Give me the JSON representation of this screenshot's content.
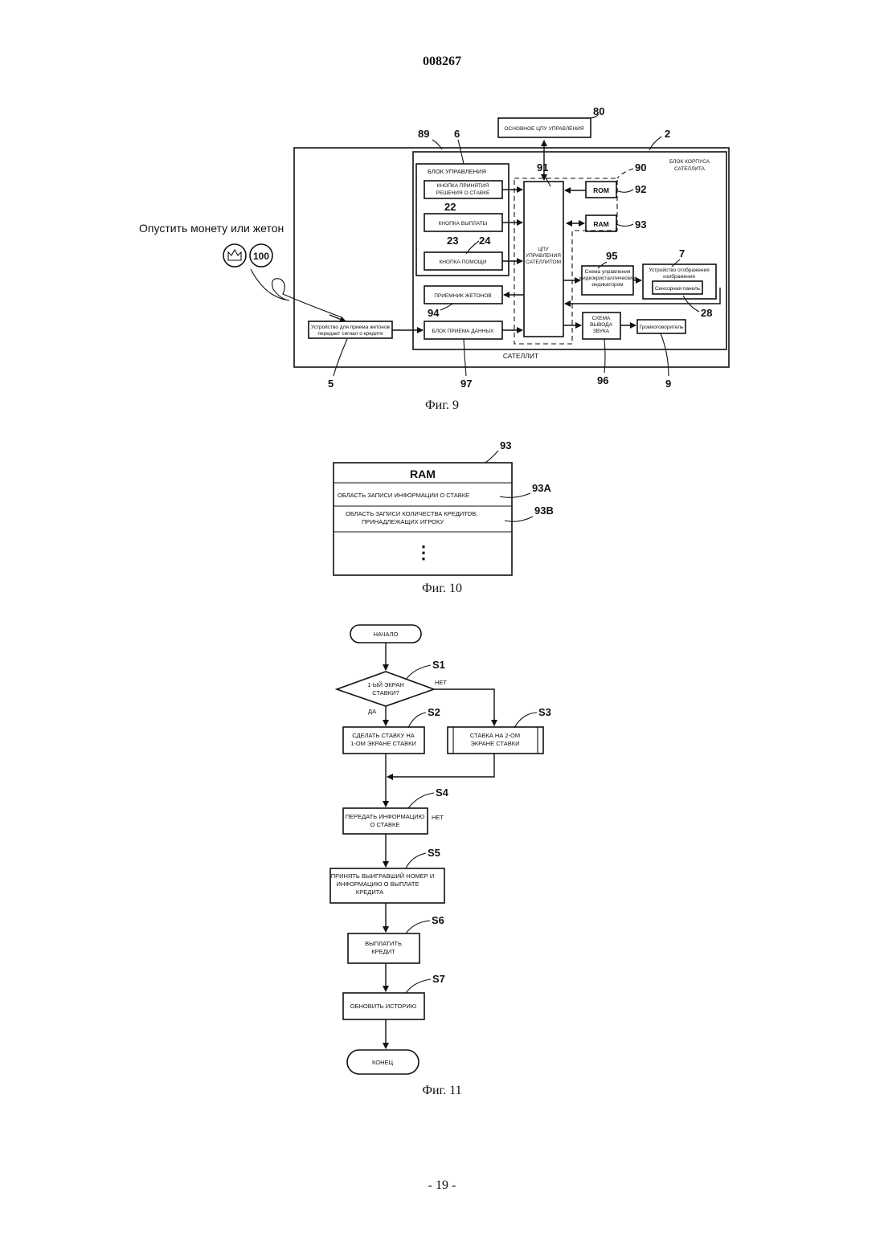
{
  "document_number": "008267",
  "page_number": "- 19 -",
  "fig9": {
    "caption": "Фиг. 9",
    "insert_coin_text": "Опустить монету или жетон",
    "coin_label": "100",
    "main_cpu": "ОСНОВНОЕ ЦПУ УПРАВЛЕНИЯ",
    "satellite_body": [
      "БЛОК КОРПУСА",
      "САТЕЛЛИТА"
    ],
    "control_unit": "БЛОК УПРАВЛЕНИЯ",
    "bet_button": [
      "КНОПКА ПРИНЯТИЯ",
      "РЕШЕНИЯ О СТАВКЕ"
    ],
    "payout_button": "КНОПКА ВЫПЛАТЫ",
    "help_button": "КНОПКА ПОМОЩИ",
    "token_receiver": "ПРИЕМНИК ЖЕТОНОВ",
    "data_receiver": "БЛОК ПРИЕМА ДАННЫХ",
    "coin_device": [
      "Устройство для приема жетонов",
      "передает сигнал о кредите"
    ],
    "cpu": [
      "ЦПУ",
      "УПРАВЛЕНИЯ",
      "САТЕЛЛИТОМ"
    ],
    "rom": "ROM",
    "ram": "RAM",
    "lcd_circuit": [
      "Схема управления",
      "жидкокристаллическим",
      "индикатором"
    ],
    "display_device": [
      "Устройство отображения",
      "изображения"
    ],
    "touch_panel": "Сенсорная панель",
    "sound_circuit": [
      "СХЕМА",
      "ВЫВОДА",
      "ЗВУКА"
    ],
    "speaker": "Громкоговоритель",
    "satellite": "САТЕЛЛИТ",
    "refs": {
      "r80": "80",
      "r89": "89",
      "r6": "6",
      "r2": "2",
      "r91": "91",
      "r90": "90",
      "r92": "92",
      "r93": "93",
      "r22": "22",
      "r23": "23",
      "r24": "24",
      "r95": "95",
      "r7": "7",
      "r94": "94",
      "r28": "28",
      "r5": "5",
      "r97": "97",
      "r96": "96",
      "r9": "9"
    }
  },
  "fig10": {
    "caption": "Фиг. 10",
    "title": "RAM",
    "ref": "93",
    "row_a": "ОБЛАСТЬ ЗАПИСИ ИНФОРМАЦИИ О СТАВКЕ",
    "row_b": [
      "ОБЛАСТЬ ЗАПИСИ КОЛИЧЕСТВА КРЕДИТОВ,",
      "ПРИНАДЛЕЖАЩИХ ИГРОКУ"
    ],
    "ref_a": "93A",
    "ref_b": "93B",
    "ellipsis": "⋮"
  },
  "fig11": {
    "caption": "Фиг. 11",
    "start": "НАЧАЛО",
    "decision": [
      "1-ЫЙ ЭКРАН",
      "СТАВКИ?"
    ],
    "yes": "ДА",
    "no": "НЕТ",
    "s2": [
      "СДЕЛАТЬ СТАВКУ НА",
      "1-ОМ ЭКРАНЕ СТАВКИ"
    ],
    "s3": [
      "СТАВКА НА 2-ОМ",
      "ЭКРАНЕ СТАВКИ"
    ],
    "s4": [
      "ПЕРЕДАТЬ ИНФОРМАЦИЮ",
      "О СТАВКЕ"
    ],
    "s4_side": "НЕТ",
    "s5": [
      "ПРИНЯТЬ ВЫИГРАВШИЙ НОМЕР И",
      "ИНФОРМАЦИЮ О ВЫПЛАТЕ",
      "КРЕДИТА"
    ],
    "s6": [
      "ВЫПЛАТИТЬ",
      "КРЕДИТ"
    ],
    "s7": "ОБНОВИТЬ ИСТОРИЮ",
    "end": "КОНЕЦ",
    "step_labels": [
      "S1",
      "S2",
      "S3",
      "S4",
      "S5",
      "S6",
      "S7"
    ]
  }
}
